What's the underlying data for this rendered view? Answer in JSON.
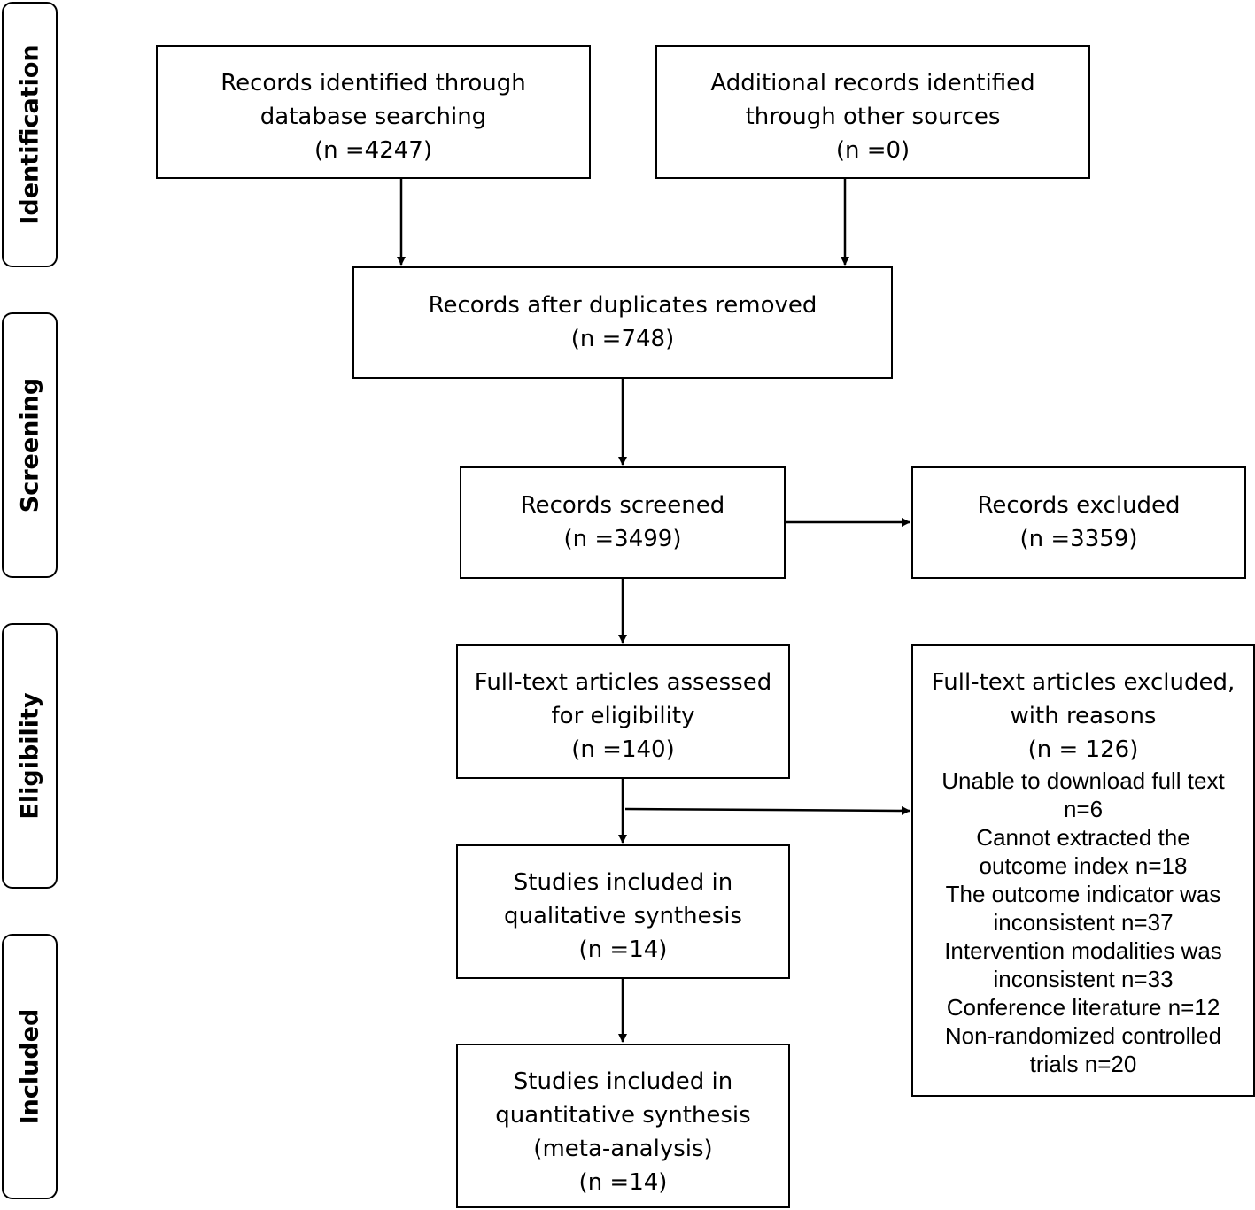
{
  "phases": {
    "identification": "Identification",
    "screening": "Screening",
    "eligibility": "Eligibility",
    "included": "Included"
  },
  "boxes": {
    "db_search": {
      "lines": [
        "Records identified through",
        "database searching",
        "(n =4247)"
      ]
    },
    "other_sources": {
      "lines": [
        "Additional records identified",
        "through other sources",
        "(n =0)"
      ]
    },
    "dedup": {
      "lines": [
        "Records after duplicates removed",
        "(n =748)"
      ]
    },
    "screened": {
      "lines": [
        "Records screened",
        "(n =3499)"
      ]
    },
    "excluded": {
      "lines": [
        "Records excluded",
        "(n =3359)"
      ]
    },
    "fulltext": {
      "lines": [
        "Full-text articles assessed",
        "for eligibility",
        "(n =140)"
      ]
    },
    "fulltext_excluded": {
      "lines": [
        "Full-text articles excluded,",
        "with reasons",
        "(n = 126)"
      ],
      "reasons": [
        "Unable to download full text",
        "n=6",
        "Cannot extracted the",
        "outcome index n=18",
        "The outcome indicator was",
        "inconsistent n=37",
        "Intervention modalities was",
        "inconsistent  n=33",
        "Conference literature n=12",
        "Non-randomized controlled",
        "trials n=20"
      ]
    },
    "qualitative": {
      "lines": [
        "Studies included in",
        "qualitative synthesis",
        "(n =14)"
      ]
    },
    "quantitative": {
      "lines": [
        "Studies included in",
        "quantitative synthesis",
        "(meta-analysis)",
        "(n =14)"
      ]
    }
  }
}
